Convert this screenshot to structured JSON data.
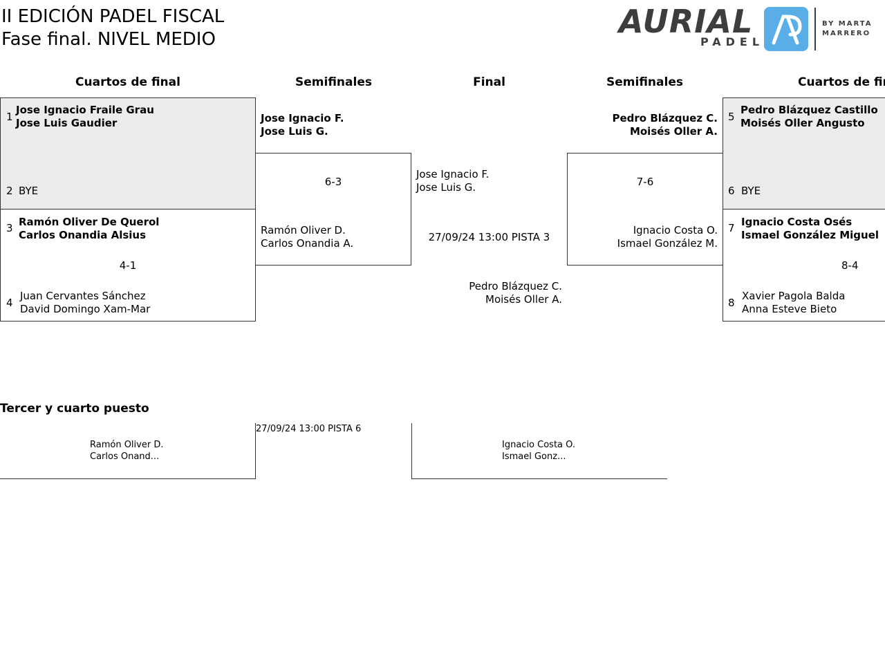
{
  "header": {
    "title_line1": "II EDICIÓN PADEL FISCAL",
    "title_line2": "Fase final. NIVEL MEDIO"
  },
  "logo": {
    "brand": "AURIAL",
    "sub": "PADEL",
    "by_line1": "BY  MARTA",
    "by_line2": "MARRERO",
    "accent": "#5aaee8"
  },
  "columns": {
    "qf_left": "Cuartos de final",
    "sf_left": "Semifinales",
    "final": "Final",
    "sf_right": "Semifinales",
    "qf_right": "Cuartos de final"
  },
  "qf_left": {
    "m1": {
      "seed_a": "1",
      "a1": "Jose Ignacio Fraile Grau",
      "a2": "Jose Luis Gaudier",
      "seed_b": "2",
      "b1": "BYE"
    },
    "m2": {
      "seed_a": "3",
      "a1": "Ramón Oliver De Querol",
      "a2": "Carlos Onandia Alsius",
      "score": "4-1",
      "seed_b": "4",
      "b1": "Juan Cervantes Sánchez",
      "b2": "David Domingo Xam-Mar"
    }
  },
  "qf_right": {
    "m1": {
      "seed_a": "5",
      "a1": "Pedro Blázquez Castillo",
      "a2": "Moisés Oller Angusto",
      "seed_b": "6",
      "b1": "BYE"
    },
    "m2": {
      "seed_a": "7",
      "a1": "Ignacio Costa Osés",
      "a2": "Ismael González Miguel",
      "score": "8-4",
      "seed_b": "8",
      "b1": "Xavier Pagola Balda",
      "b2": "Anna Esteve Bieto"
    }
  },
  "sf_left": {
    "a1": "Jose Ignacio F.",
    "a2": "Jose Luis G.",
    "score": "6-3",
    "b1": "Ramón Oliver D.",
    "b2": "Carlos Onandia A."
  },
  "sf_right": {
    "a1": "Pedro Blázquez C.",
    "a2": "Moisés Oller A.",
    "score": "7-6",
    "b1": "Ignacio Costa O.",
    "b2": "Ismael González M."
  },
  "final": {
    "a1": "Jose Ignacio F.",
    "a2": "Jose Luis G.",
    "schedule": "27/09/24 13:00 PISTA 3",
    "b1": "Pedro Blázquez C.",
    "b2": "Moisés Oller A."
  },
  "third_place": {
    "title": "Tercer y cuarto puesto",
    "schedule": "27/09/24 13:00 PISTA 6",
    "a1": "Ramón Oliver D.",
    "a2": "Carlos Onand...",
    "b1": "Ignacio Costa O.",
    "b2": "Ismael Gonz..."
  }
}
